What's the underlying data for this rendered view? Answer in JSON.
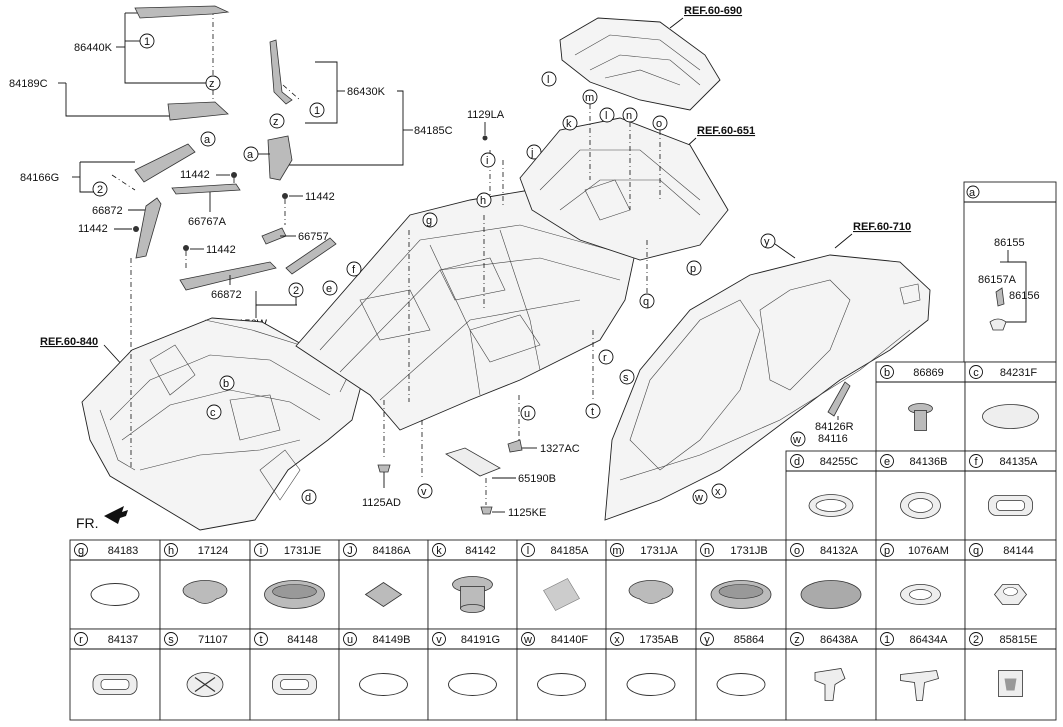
{
  "refs": {
    "r60690": "REF.60-690",
    "r60651": "REF.60-651",
    "r60710": "REF.60-710",
    "r60840": "REF.60-840"
  },
  "front_marker": "FR.",
  "callouts": {
    "c86440K": "86440K",
    "c84189C": "84189C",
    "c86430K": "86430K",
    "c84185C": "84185C",
    "c84166G": "84166G",
    "c11442a": "11442",
    "c11442b": "11442",
    "c11442c": "11442",
    "c11442d": "11442",
    "c66872a": "66872",
    "c66872b": "66872",
    "c66767A": "66767A",
    "c66757": "66757",
    "c84156W": "84156W",
    "c1129LA": "1129LA",
    "c1327AC": "1327AC",
    "c65190B": "65190B",
    "c1125AD": "1125AD",
    "c1125KE": "1125KE",
    "c84126R": "84126R",
    "c84116": "84116"
  },
  "markers": {
    "one": "1",
    "two": "2",
    "z": "z",
    "a": "a",
    "b": "b",
    "c": "c",
    "d": "d",
    "e": "e",
    "f": "f",
    "g": "g",
    "h": "h",
    "i": "i",
    "j": "j",
    "k": "k",
    "l": "l",
    "m": "m",
    "n": "n",
    "o": "o",
    "p": "p",
    "q": "q",
    "r": "r",
    "s": "s",
    "t": "t",
    "u": "u",
    "v": "v",
    "w": "w",
    "x": "x",
    "y": "y"
  },
  "detail_a": {
    "key": "a",
    "p86155": "86155",
    "p86157A": "86157A",
    "p86156": "86156"
  },
  "legend_mid": [
    {
      "key": "b",
      "part": "86869"
    },
    {
      "key": "c",
      "part": "84231F"
    },
    {
      "key": "d",
      "part": "84255C"
    },
    {
      "key": "e",
      "part": "84136B"
    },
    {
      "key": "f",
      "part": "84135A"
    }
  ],
  "legend_row1": [
    {
      "key": "g",
      "part": "84183"
    },
    {
      "key": "h",
      "part": "17124"
    },
    {
      "key": "i",
      "part": "1731JE"
    },
    {
      "key": "J",
      "part": "84186A"
    },
    {
      "key": "k",
      "part": "84142"
    },
    {
      "key": "l",
      "part": "84185A"
    },
    {
      "key": "m",
      "part": "1731JA"
    },
    {
      "key": "n",
      "part": "1731JB"
    },
    {
      "key": "o",
      "part": "84132A"
    },
    {
      "key": "p",
      "part": "1076AM"
    },
    {
      "key": "q",
      "part": "84144"
    }
  ],
  "legend_row2": [
    {
      "key": "r",
      "part": "84137"
    },
    {
      "key": "s",
      "part": "71107"
    },
    {
      "key": "t",
      "part": "84148"
    },
    {
      "key": "u",
      "part": "84149B"
    },
    {
      "key": "v",
      "part": "84191G"
    },
    {
      "key": "w",
      "part": "84140F"
    },
    {
      "key": "x",
      "part": "1735AB"
    },
    {
      "key": "y",
      "part": "85864"
    },
    {
      "key": "z",
      "part": "86438A"
    },
    {
      "key": "1",
      "part": "86434A"
    },
    {
      "key": "2",
      "part": "85815E"
    }
  ]
}
